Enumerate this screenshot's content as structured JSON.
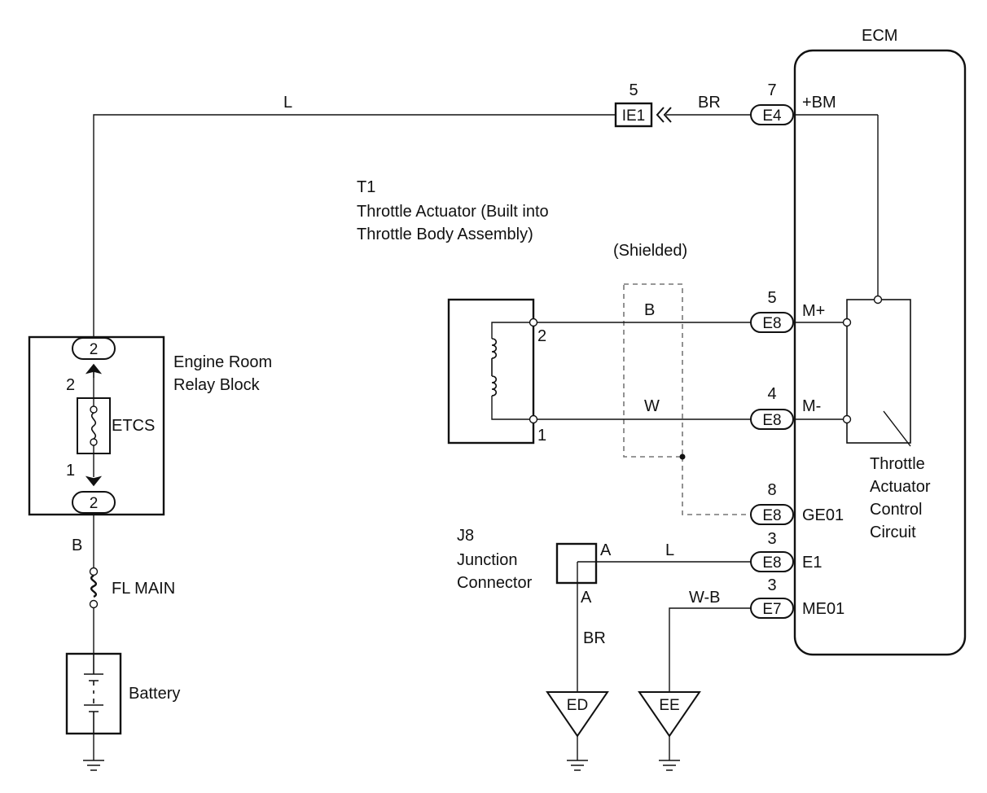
{
  "ecm": {
    "title": "ECM"
  },
  "top_wire": {
    "left_color": "L",
    "right_color": "BR",
    "ie1_pin": "5",
    "ie1_label": "IE1",
    "e4_pin": "7",
    "e4_label": "E4",
    "e4_terminal": "+BM"
  },
  "actuator": {
    "code": "T1",
    "name_line1": "Throttle Actuator (Built into",
    "name_line2": "Throttle Body Assembly)",
    "pin_top": "2",
    "pin_bottom": "1"
  },
  "shield": {
    "label": "(Shielded)"
  },
  "m_plus": {
    "wire_color": "B",
    "pin": "5",
    "connector": "E8",
    "terminal": "M+"
  },
  "m_minus": {
    "wire_color": "W",
    "pin": "4",
    "connector": "E8",
    "terminal": "M-"
  },
  "ge01": {
    "pin": "8",
    "connector": "E8",
    "terminal": "GE01"
  },
  "e1": {
    "wire_color": "L",
    "pin": "3",
    "connector": "E8",
    "terminal": "E1"
  },
  "me01": {
    "wire_color": "W-B",
    "pin": "3",
    "connector": "E7",
    "terminal": "ME01"
  },
  "control_circuit": {
    "line1": "Throttle",
    "line2": "Actuator",
    "line3": "Control",
    "line4": "Circuit"
  },
  "junction": {
    "code": "J8",
    "name_line1": "Junction",
    "name_line2": "Connector",
    "pin_a1": "A",
    "pin_a2": "A",
    "ground_wire_color": "BR"
  },
  "grounds": {
    "ed": "ED",
    "ee": "EE"
  },
  "relay_block": {
    "name_line1": "Engine Room",
    "name_line2": "Relay Block",
    "top_connector": "2",
    "bottom_connector": "2",
    "pin_upper": "2",
    "pin_lower": "1",
    "fuse_label": "ETCS"
  },
  "power": {
    "wire_color": "B",
    "fusible_link": "FL MAIN",
    "battery_label": "Battery"
  }
}
